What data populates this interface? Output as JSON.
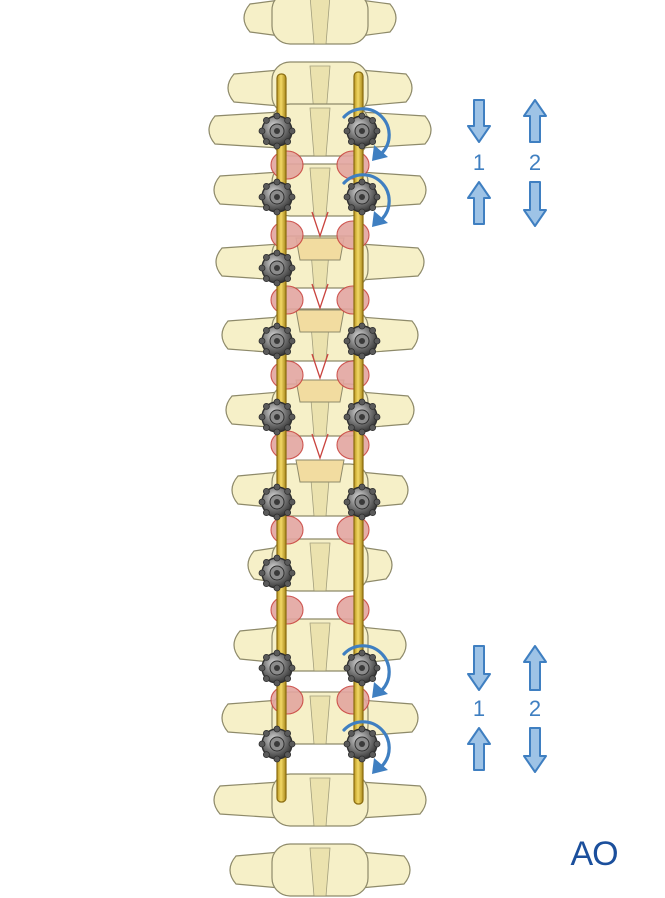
{
  "colors": {
    "bone_fill": "#f6f0c8",
    "bone_stroke": "#8e8a6a",
    "bone_shadow": "#e9dfa8",
    "disc_fill": "#f2dca0",
    "facet_fill": "#e3a6a0",
    "facet_stroke": "#c9433e",
    "rod_fill": "#e2c24a",
    "rod_stroke": "#9a7a18",
    "screw_fill": "#6b6b6b",
    "screw_stroke": "#2e2e2e",
    "arrow_blue": "#3f7fc1",
    "arrow_light": "#9ec3e6",
    "logo_blue": "#1b4f9c"
  },
  "top_group": {
    "label_left": "1",
    "label_right": "2",
    "left_arrows": [
      "arrow-down",
      "arrow-up"
    ],
    "right_arrows": [
      "arrow-up",
      "arrow-down"
    ]
  },
  "bottom_group": {
    "label_left": "1",
    "label_right": "2",
    "left_arrows": [
      "arrow-down",
      "arrow-up"
    ],
    "right_arrows": [
      "arrow-up",
      "arrow-down"
    ]
  },
  "rotation_icons": [
    "curved-arrow-icon",
    "curved-arrow-icon",
    "curved-arrow-icon",
    "curved-arrow-icon"
  ],
  "screw_icon": "pedicle-screw-icon",
  "logo": {
    "text": "AO"
  }
}
